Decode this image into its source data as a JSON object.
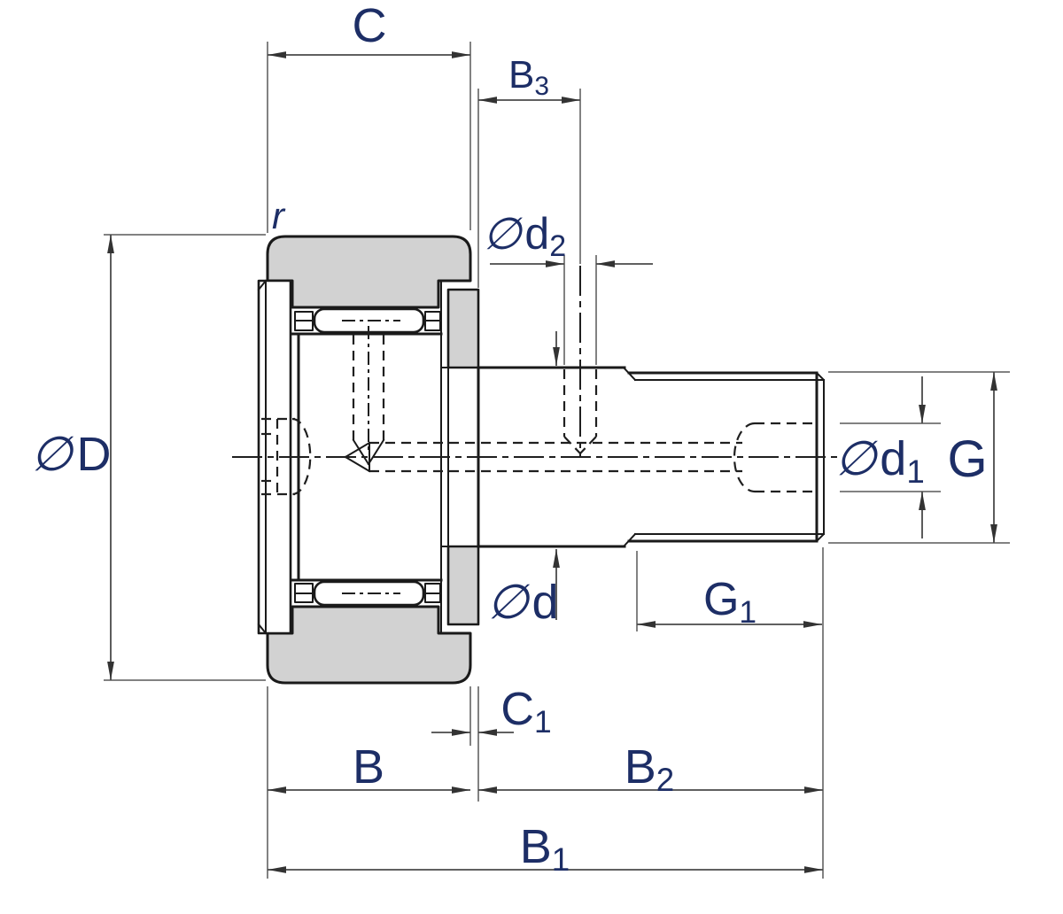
{
  "figure": {
    "kind": "engineering-cross-section-drawing",
    "subject": "stud-type cam follower track roller bearing with dimension callouts",
    "background": "#ffffff",
    "colors": {
      "label_text": "#1d2e66",
      "structure_line": "#1a1a1a",
      "dimension_line": "#4a4a4a",
      "section_fill_gray": "#d2d2d2",
      "section_fill_white": "#ffffff"
    }
  },
  "labels": {
    "c": {
      "prefix": "",
      "main": "C",
      "sub": ""
    },
    "b3": {
      "prefix": "",
      "main": "B",
      "sub": "3"
    },
    "r": {
      "prefix": "",
      "main": "r",
      "sub": ""
    },
    "d2": {
      "prefix": "∅",
      "main": "d",
      "sub": "2"
    },
    "D": {
      "prefix": "∅",
      "main": "D",
      "sub": ""
    },
    "d1": {
      "prefix": "∅",
      "main": "d",
      "sub": "1"
    },
    "g": {
      "prefix": "",
      "main": "G",
      "sub": ""
    },
    "d": {
      "prefix": "∅",
      "main": "d",
      "sub": ""
    },
    "g1": {
      "prefix": "",
      "main": "G",
      "sub": "1"
    },
    "c1": {
      "prefix": "",
      "main": "C",
      "sub": "1"
    },
    "b": {
      "prefix": "",
      "main": "B",
      "sub": ""
    },
    "b2": {
      "prefix": "",
      "main": "B",
      "sub": "2"
    },
    "b1": {
      "prefix": "",
      "main": "B",
      "sub": "1"
    }
  }
}
